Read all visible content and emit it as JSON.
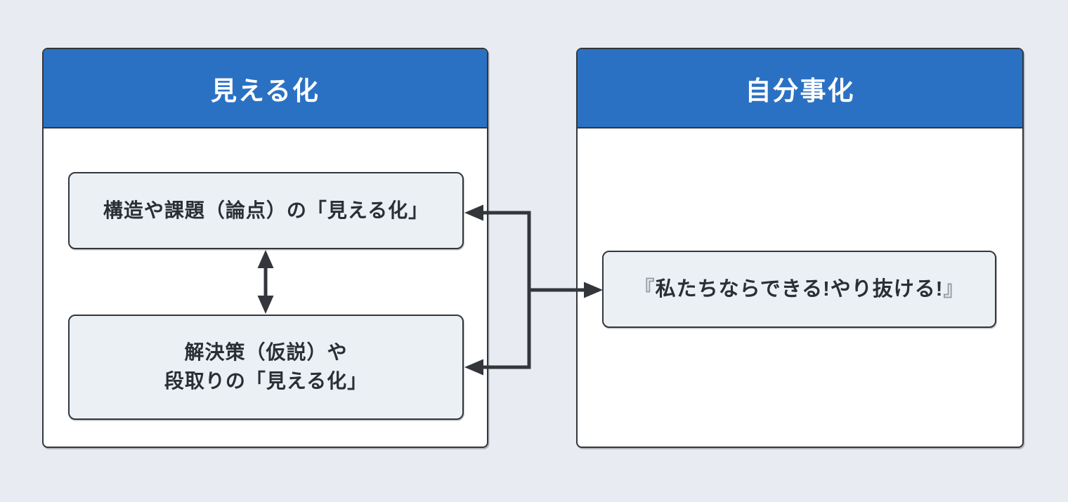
{
  "diagram": {
    "left_panel": {
      "title": "見える化",
      "boxes": [
        {
          "lines": [
            "構造や課題（論点）の「見える化」"
          ]
        },
        {
          "lines": [
            "解決策（仮説）や",
            "段取りの「見える化」"
          ]
        }
      ]
    },
    "right_panel": {
      "title": "自分事化",
      "quote": {
        "open": "『",
        "text": "私たちならできる!やり抜ける!",
        "close": "』"
      }
    },
    "colors": {
      "header_blue": "#2b71c3",
      "background": "#e8ebf2",
      "panel_fill": "#ffffff",
      "box_fill": "#ebf0f5",
      "border_dark": "#33373c",
      "arrow": "#33373c",
      "header_text": "#ffffff",
      "box_text": "#2a2f35",
      "quote_bracket_gray": "#99a0a8"
    }
  }
}
